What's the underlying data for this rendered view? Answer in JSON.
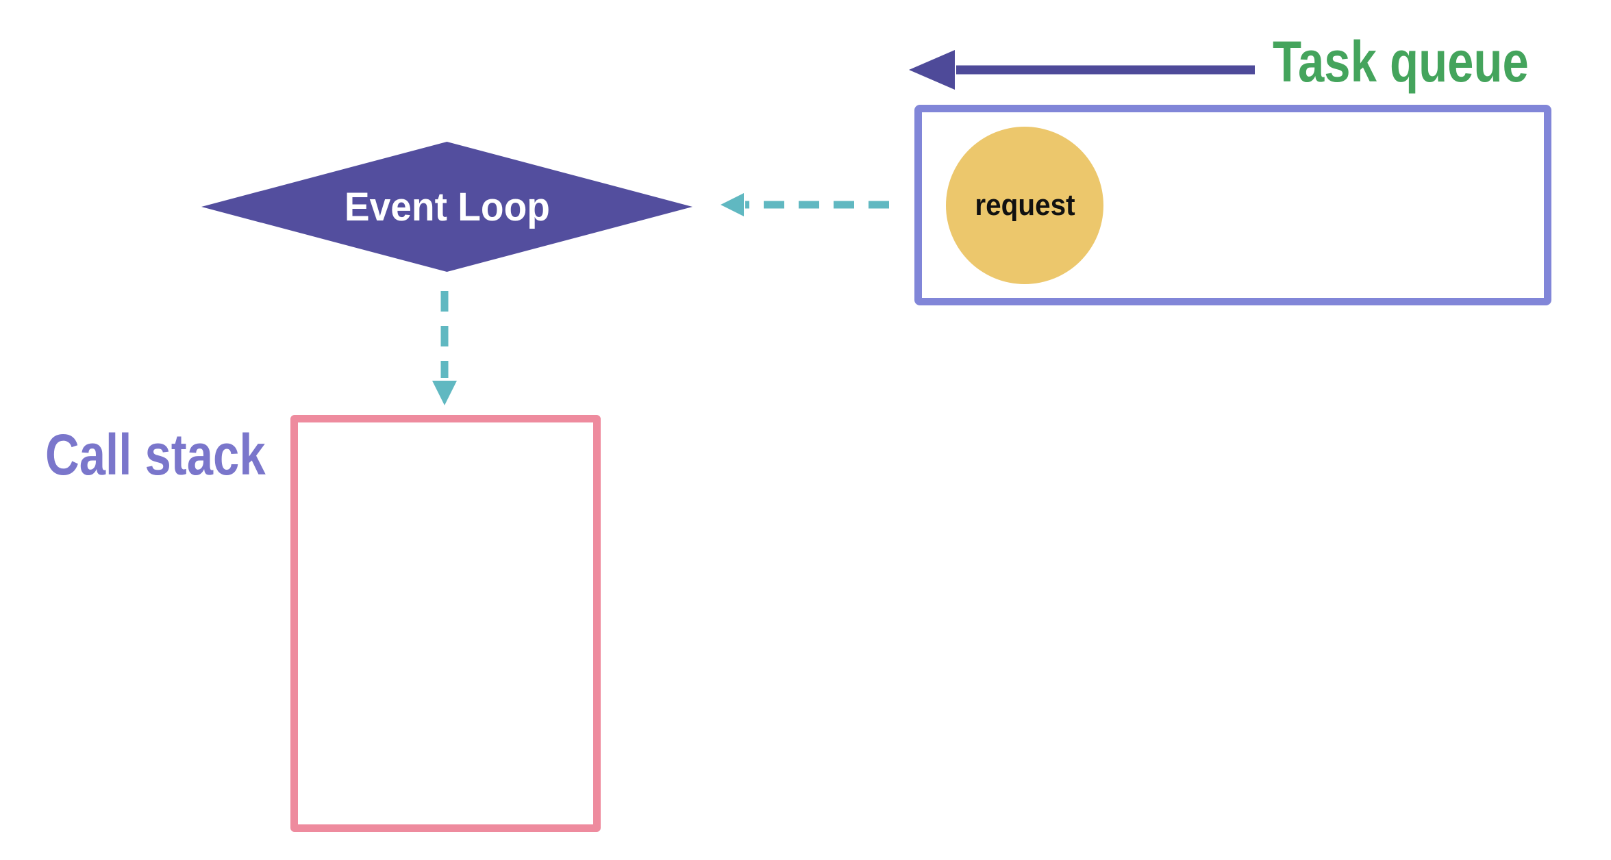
{
  "diagram": {
    "type": "javascript-event-loop-diagram",
    "labels": {
      "task_queue": "Task queue",
      "event_loop": "Event Loop",
      "call_stack": "Call stack",
      "request": "request"
    },
    "arrows": [
      {
        "name": "task-queue-flow-arrow",
        "style": "solid",
        "direction": "left",
        "color": "#4e4a99"
      },
      {
        "name": "queue-to-event-loop-arrow",
        "style": "dashed",
        "direction": "left",
        "color": "#60b8c1"
      },
      {
        "name": "event-loop-to-call-stack-arrow",
        "style": "dashed",
        "direction": "down",
        "color": "#60b8c1"
      }
    ],
    "colors": {
      "arrow_purple": "#4e4a99",
      "diamond_purple": "#534e9e",
      "queue_border": "#8186d8",
      "stack_border": "#ee8b9e",
      "teal": "#60b8c1",
      "green": "#44a45c",
      "call_stack_text": "#7a76cb",
      "request_fill": "#ecc76c",
      "request_text": "#111111",
      "event_loop_text": "#ffffff",
      "background": "#ffffff"
    }
  }
}
